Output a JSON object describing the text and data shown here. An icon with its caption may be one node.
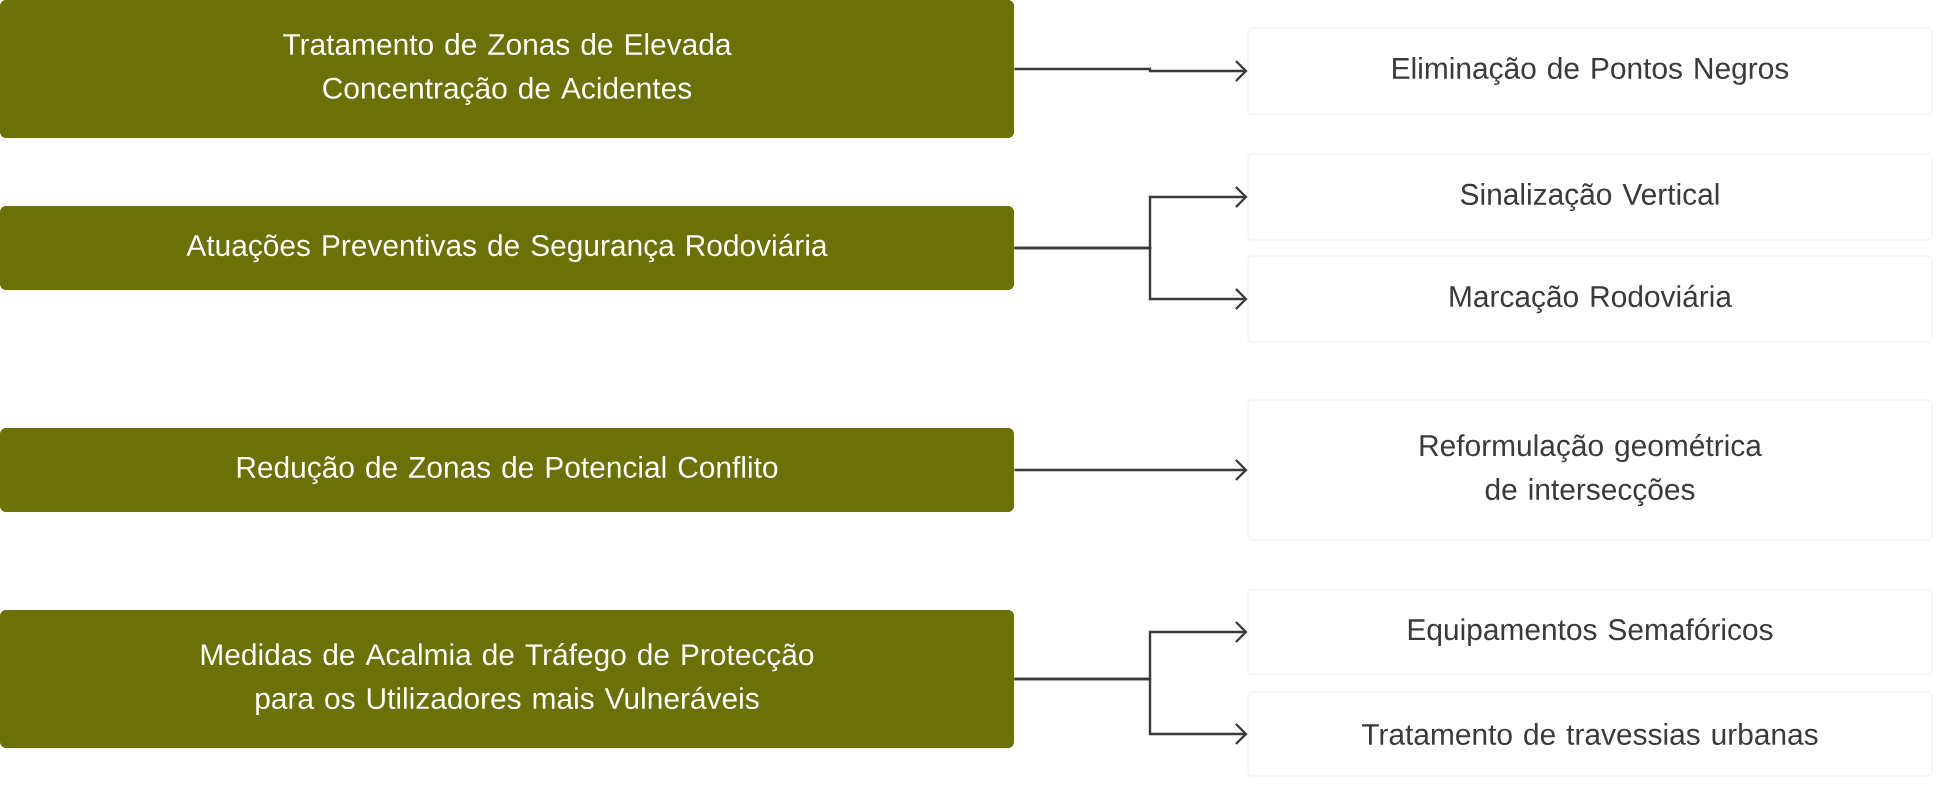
{
  "diagram": {
    "nodes": [
      {
        "text": [
          "Tratamento de Zonas de Elevada Concentração de Acidentes"
        ]
      },
      {
        "text": [
          "Atuações Preventivas de Segurança Rodoviária"
        ]
      },
      {
        "text": [
          "Redução de Zonas de Potencial Conflito"
        ]
      },
      {
        "text": [
          "Medidas de Acalmia de Tráfego de Protecção para os Utilizadores mais Vulneráveis"
        ]
      },
      {
        "text": [
          "Eliminação de Pontos Negros"
        ]
      },
      {
        "text": [
          "Sinalização Vertical"
        ]
      },
      {
        "text": [
          "Marcação Rodoviária"
        ]
      },
      {
        "text": [
          "Reformulação geométrica de intersecções"
        ]
      },
      {
        "text": [
          "Equipamentos Semafóricos"
        ]
      },
      {
        "text": [
          "Tratamento de travessias urbanas"
        ]
      }
    ],
    "edges": [
      {
        "from": 0,
        "to": 4,
        "arrow": "to"
      },
      {
        "from": 1,
        "to": 5,
        "arrow": "to"
      },
      {
        "from": 1,
        "to": 6,
        "arrow": "to"
      },
      {
        "from": 2,
        "to": 7,
        "arrow": "to"
      },
      {
        "from": 3,
        "to": 8,
        "arrow": "to"
      },
      {
        "from": 3,
        "to": 9,
        "arrow": "to"
      }
    ]
  }
}
